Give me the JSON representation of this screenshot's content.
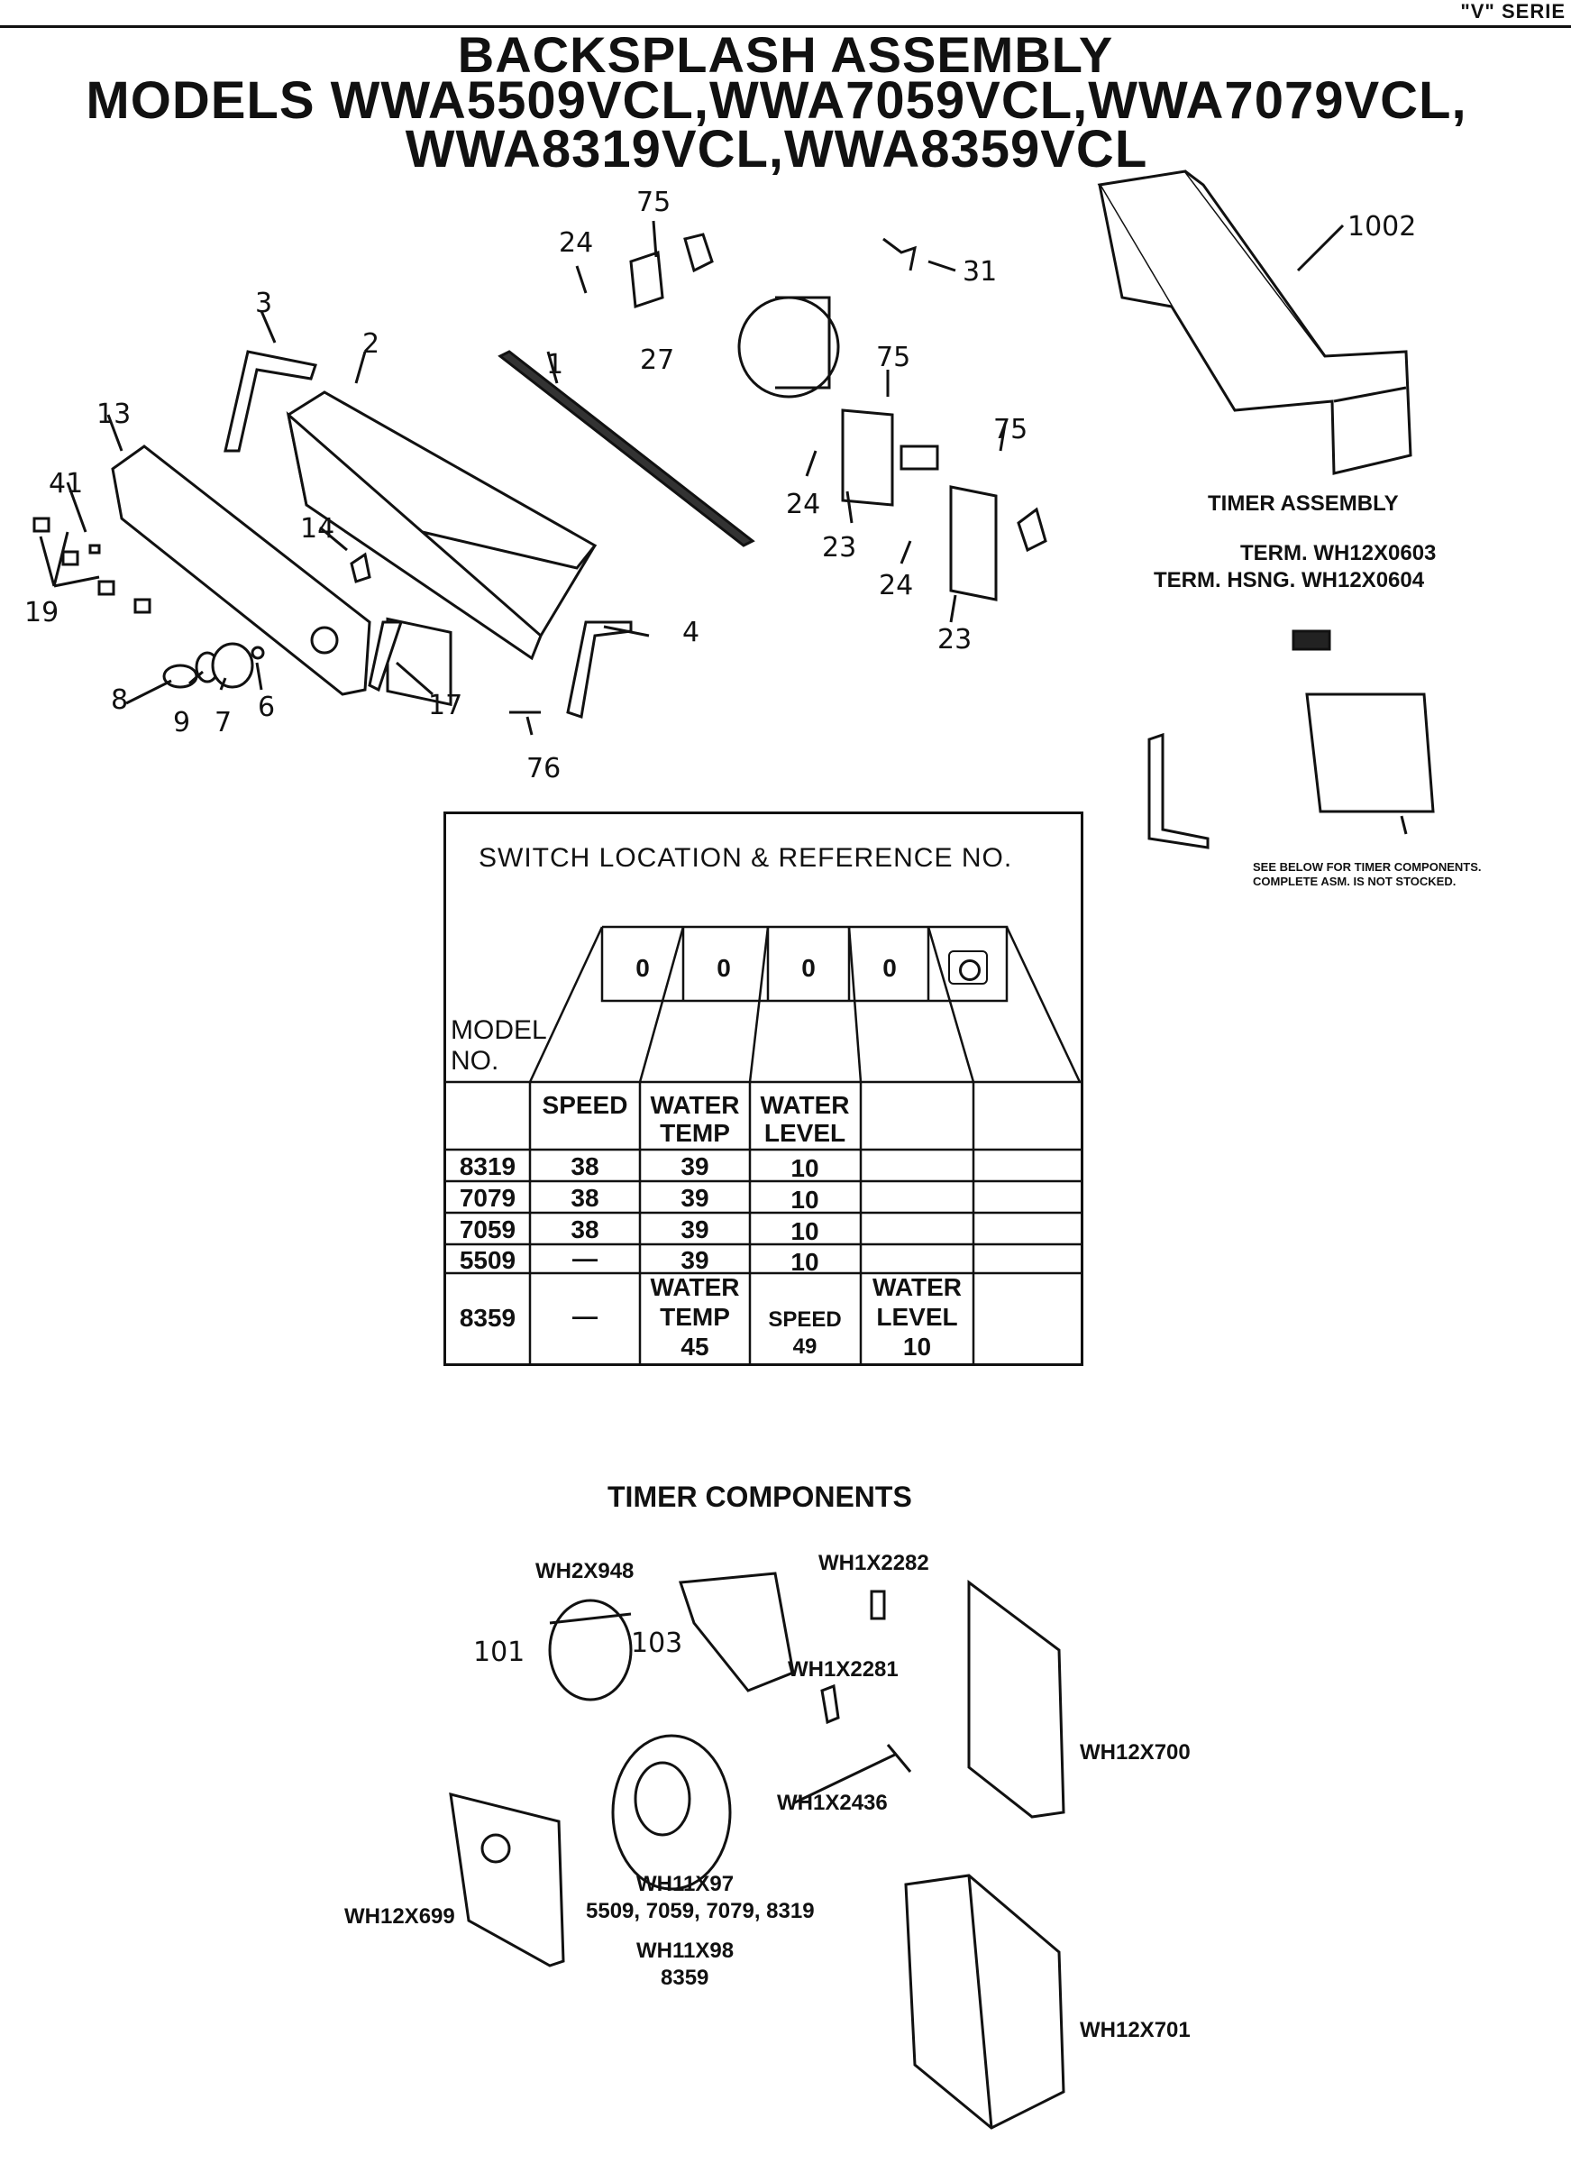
{
  "header": {
    "series": "\"V\" SERIE",
    "title_line1": "BACKSPLASH ASSEMBLY",
    "title_line2": "MODELS WWA5509VCL,WWA7059VCL,WWA7079VCL,",
    "title_line3": "WWA8319VCL,WWA8359VCL"
  },
  "callouts": {
    "c75a": "75",
    "c24a": "24",
    "c27": "27",
    "c31": "31",
    "c1002": "1002",
    "c3": "3",
    "c2": "2",
    "c1": "1",
    "c75b": "75",
    "c75c": "75",
    "c13": "13",
    "c41": "41",
    "c14": "14",
    "c24b": "24",
    "c23a": "23",
    "c24c": "24",
    "c23b": "23",
    "c19": "19",
    "c4": "4",
    "c8": "8",
    "c9": "9",
    "c7": "7",
    "c6": "6",
    "c17": "17",
    "c76": "76"
  },
  "timer_assembly": {
    "title": "TIMER ASSEMBLY",
    "term": "TERM. WH12X0603",
    "term_hsng": "TERM. HSNG. WH12X0604",
    "note_line1": "SEE BELOW FOR TIMER COMPONENTS.",
    "note_line2": "COMPLETE ASM. IS NOT STOCKED."
  },
  "switch_table": {
    "caption": "SWITCH LOCATION & REFERENCE NO.",
    "knob_symbols": [
      "0",
      "0",
      "0",
      "0"
    ],
    "model_label_1": "MODEL",
    "model_label_2": "NO.",
    "col_headers": {
      "speed": "SPEED",
      "water_temp_1": "WATER",
      "water_temp_2": "TEMP",
      "water_level_1": "WATER",
      "water_level_2": "LEVEL"
    },
    "rows": [
      {
        "model": "8319",
        "speed": "38",
        "temp": "39",
        "level": "10"
      },
      {
        "model": "7079",
        "speed": "38",
        "temp": "39",
        "level": "10"
      },
      {
        "model": "7059",
        "speed": "38",
        "temp": "39",
        "level": "10"
      },
      {
        "model": "5509",
        "speed": "—",
        "temp": "39",
        "level": "10"
      }
    ],
    "row_8359": {
      "model": "8359",
      "speed_col": "—",
      "c2_line1": "WATER",
      "c2_line2": "TEMP",
      "c2_line3": "45",
      "c3_line1": "SPEED",
      "c3_line2": "49",
      "c4_line1": "WATER",
      "c4_line2": "LEVEL",
      "c4_line3": "10"
    }
  },
  "timer_components": {
    "title": "TIMER COMPONENTS",
    "wh2x948": "WH2X948",
    "wh1x2282": "WH1X2282",
    "c101": "101",
    "c103": "103",
    "wh1x2281": "WH1X2281",
    "wh12x700": "WH12X700",
    "wh1x2436": "WH1X2436",
    "wh11x97": "WH11X97",
    "wh11x97_models": "5509, 7059, 7079, 8319",
    "wh11x98": "WH11X98",
    "wh11x98_models": "8359",
    "wh12x699": "WH12X699",
    "wh12x701": "WH12X701"
  }
}
